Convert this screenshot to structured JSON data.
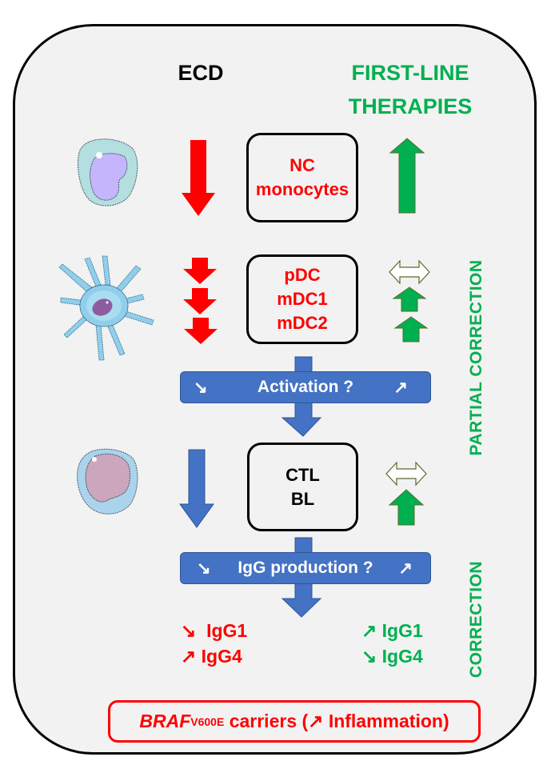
{
  "headers": {
    "left": "ECD",
    "right_line1": "FIRST-LINE",
    "right_line2": "THERAPIES"
  },
  "colors": {
    "decrease": "#ff0000",
    "increase": "#00b050",
    "flow": "#4472c4",
    "background": "#f2f2f2"
  },
  "rows": [
    {
      "cell": "monocyte-icon",
      "ecd_trend": [
        "down"
      ],
      "box_lines": [
        "NC",
        "monocytes"
      ],
      "box_color": "red",
      "therapy_trend": [
        "up"
      ]
    },
    {
      "cell": "dendritic-cell-icon",
      "ecd_trend": [
        "down",
        "down",
        "down"
      ],
      "box_lines": [
        "pDC",
        "mDC1",
        "mDC2"
      ],
      "box_color": "red",
      "therapy_trend": [
        "unchanged",
        "up",
        "up"
      ]
    },
    {
      "cell": "lymphocyte-icon",
      "ecd_trend": [
        "down"
      ],
      "box_lines": [
        "CTL",
        "BL"
      ],
      "box_color": "black",
      "therapy_trend": [
        "unchanged",
        "up"
      ]
    }
  ],
  "flow_bars": {
    "activation": {
      "left_symbol": "↘",
      "label": "Activation ?",
      "right_symbol": "↗"
    },
    "igg": {
      "left_symbol": "↘",
      "label": "IgG production ?",
      "right_symbol": "↗"
    }
  },
  "igg_ecd": [
    {
      "symbol": "↘",
      "label": "IgG1"
    },
    {
      "symbol": "↗",
      "label": "IgG4"
    }
  ],
  "igg_therapy": [
    {
      "symbol": "↗",
      "label": "IgG1"
    },
    {
      "symbol": "↘",
      "label": "IgG4"
    }
  ],
  "side_labels": {
    "partial": "PARTIAL CORRECTION",
    "full": "CORRECTION"
  },
  "braf": {
    "gene": "BRAF",
    "mutation": "V600E",
    "text": " carriers (↗ Inflammation)"
  }
}
